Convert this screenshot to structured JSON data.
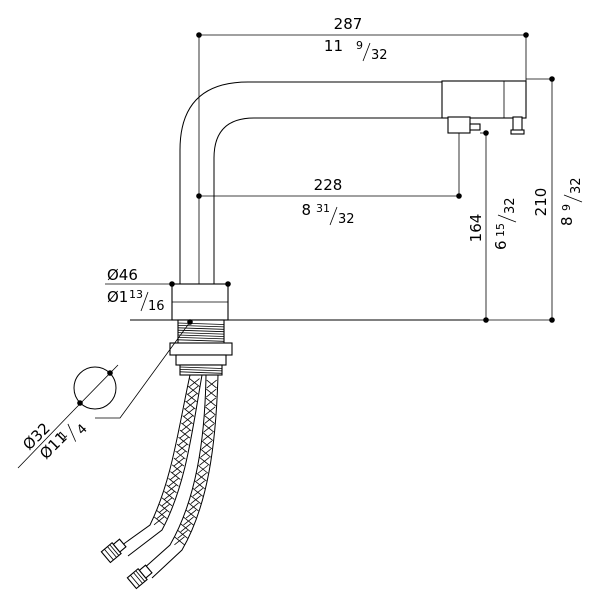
{
  "drawing": {
    "dimensions": {
      "overall_width": {
        "mm": "287",
        "in_whole": "11",
        "in_num": "9",
        "in_den": "32"
      },
      "spout_reach": {
        "mm": "228",
        "in_whole": "8",
        "in_num": "31",
        "in_den": "32"
      },
      "outlet_height": {
        "mm": "164",
        "in_whole": "6",
        "in_num": "15",
        "in_den": "32"
      },
      "total_height": {
        "mm": "210",
        "in_whole": "8",
        "in_num": "9",
        "in_den": "32"
      },
      "base_diameter": {
        "mm": "Ø46",
        "in_whole": "Ø1",
        "in_num": "13",
        "in_den": "16"
      },
      "hole_diameter": {
        "mm": "Ø32",
        "in_whole": "Ø11",
        "in_num": "1",
        "in_den": "4"
      }
    }
  }
}
